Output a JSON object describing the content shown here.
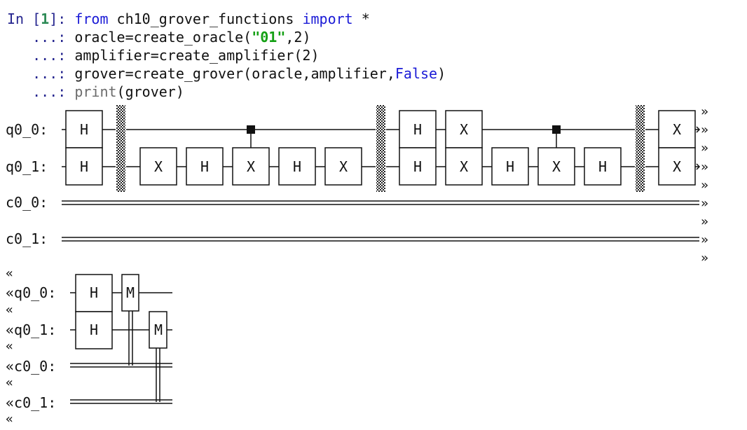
{
  "console": {
    "prompt_in": "In [",
    "prompt_num": "1",
    "prompt_end": "]: ",
    "continuation": "   ...: ",
    "line1": {
      "kw1": "from",
      "mid": " ch10_grover_functions ",
      "kw2": "import",
      "tail": " *"
    },
    "line2": {
      "pre": "oracle=create_oracle(",
      "str": "\"01\"",
      "post": ",2)"
    },
    "line3": {
      "text": "amplifier=create_amplifier(2)"
    },
    "line4": {
      "pre": "grover=create_grover(oracle,amplifier,",
      "kw": "False",
      "post": ")"
    },
    "line5": {
      "builtin": "print",
      "post": "(grover)"
    }
  },
  "circuit": {
    "registers_top": [
      "q0_0:",
      "q0_1:",
      "c0_0:",
      "c0_1:"
    ],
    "registers_bottom": [
      "«q0_0:",
      "«q0_1:",
      "«c0_0:",
      "«c0_1:"
    ],
    "continue_out": "»",
    "continue_in": "«",
    "gates": {
      "h": "H",
      "x": "X",
      "m": "M"
    }
  }
}
